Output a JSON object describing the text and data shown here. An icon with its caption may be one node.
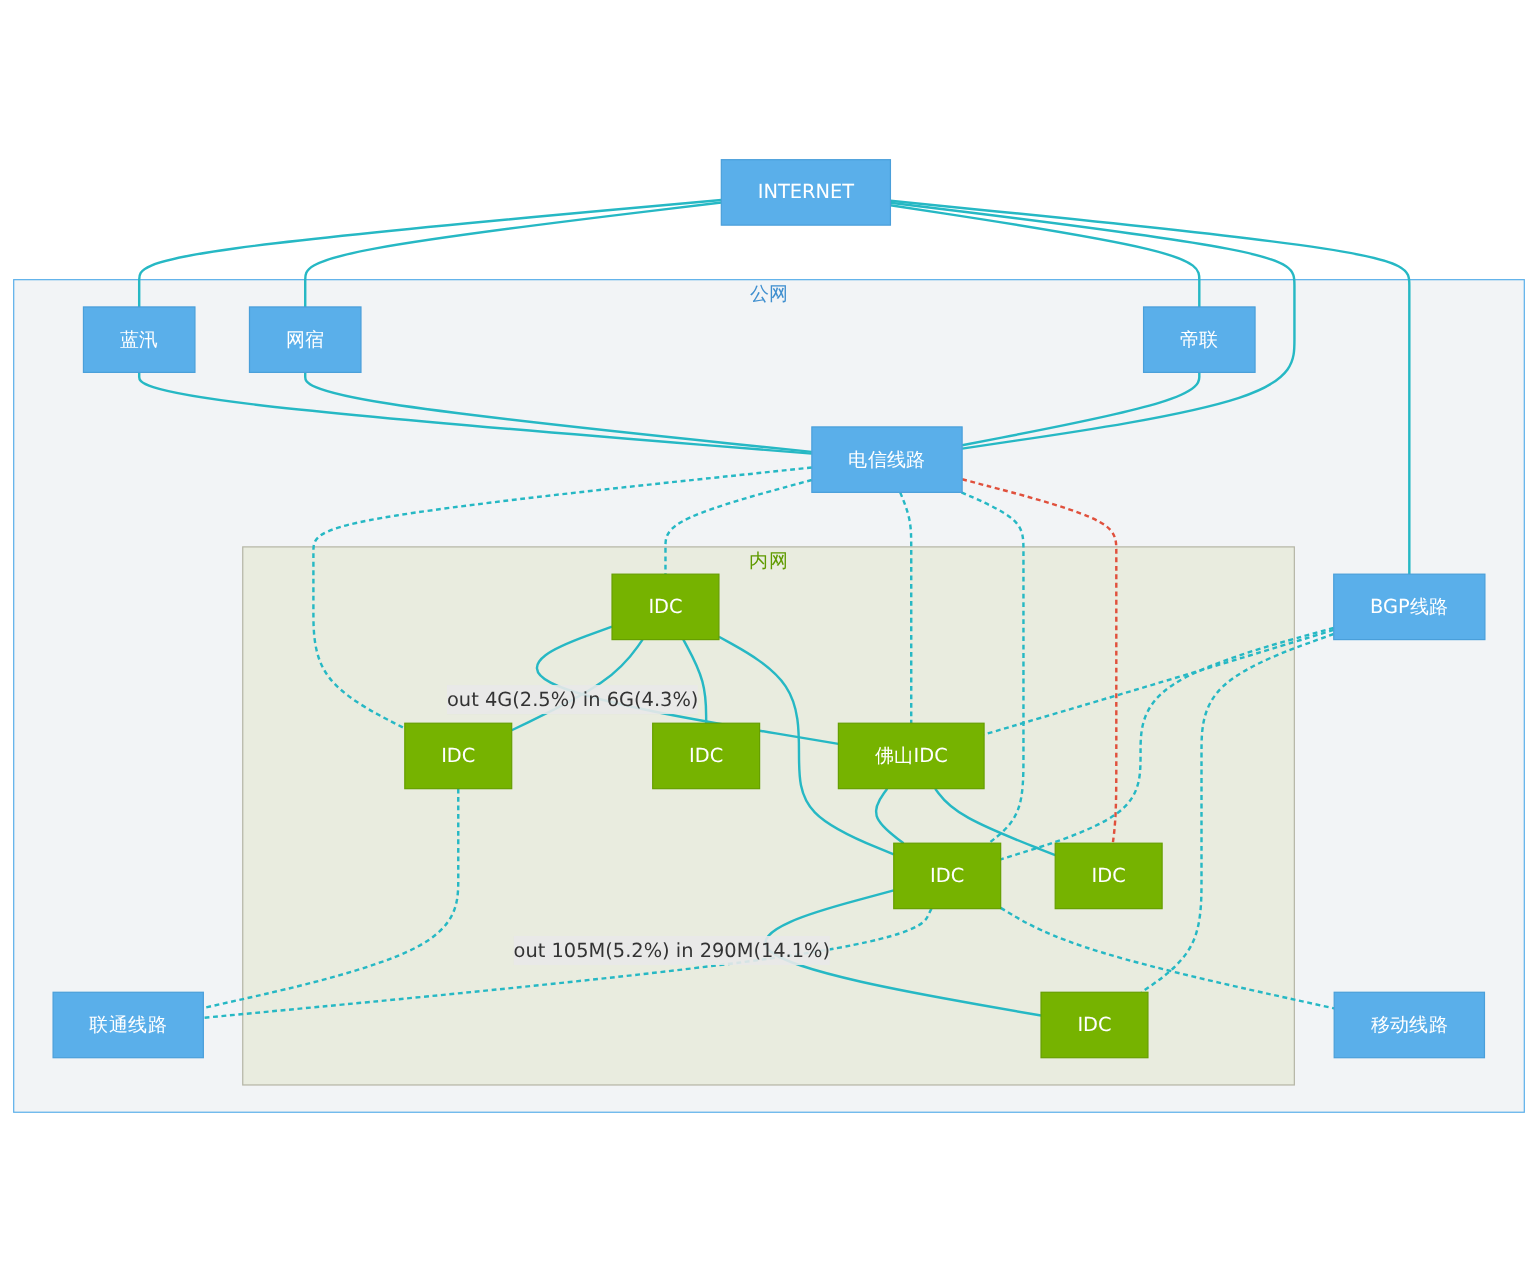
{
  "diagram": {
    "nodes": [
      {
        "text": [
          "INTERNET"
        ]
      },
      {
        "text": [
          "公网"
        ]
      },
      {
        "text": [
          "蓝汛"
        ],
        "in": 1
      },
      {
        "text": [
          "网宿"
        ],
        "in": 1
      },
      {
        "text": [
          "帝联"
        ],
        "in": 1
      },
      {
        "text": [
          "电信线路"
        ],
        "in": 1
      },
      {
        "text": [
          "BGP线路"
        ],
        "in": 1
      },
      {
        "text": [
          "内网"
        ],
        "in": 1
      },
      {
        "text": [
          "IDC"
        ],
        "in": 7
      },
      {
        "text": [
          "佛山IDC"
        ],
        "in": 7
      },
      {
        "text": [
          "IDC"
        ],
        "in": 7
      },
      {
        "text": [
          "IDC"
        ],
        "in": 7
      },
      {
        "text": [
          "IDC"
        ],
        "in": 7
      },
      {
        "text": [
          "IDC"
        ],
        "in": 7
      },
      {
        "text": [
          "IDC"
        ],
        "in": 7
      },
      {
        "text": [
          "联通线路"
        ],
        "in": 1
      },
      {
        "text": [
          "移动线路"
        ],
        "in": 1
      }
    ],
    "edges": [
      {
        "from": 0,
        "to": 2,
        "arrow": "none"
      },
      {
        "from": 0,
        "to": 3,
        "arrow": "none"
      },
      {
        "from": 0,
        "to": 4,
        "arrow": "none"
      },
      {
        "from": 2,
        "to": 5,
        "arrow": "none"
      },
      {
        "from": 3,
        "to": 5,
        "arrow": "none"
      },
      {
        "from": 4,
        "to": 5,
        "arrow": "none"
      },
      {
        "from": 0,
        "to": 5,
        "arrow": "none"
      },
      {
        "from": 0,
        "to": 6,
        "arrow": "none"
      },
      {
        "from": 5,
        "to": 10,
        "arrow": "none",
        "style": "dashed"
      },
      {
        "from": 5,
        "to": 8,
        "arrow": "none",
        "style": "dashed"
      },
      {
        "from": 5,
        "to": 9,
        "arrow": "none",
        "style": "dashed"
      },
      {
        "from": 5,
        "to": 12,
        "arrow": "none",
        "style": "dashed"
      },
      {
        "from": 5,
        "to": 13,
        "arrow": "none",
        "style": "dashed",
        "color": "#e0503c"
      },
      {
        "from": 6,
        "to": 12,
        "arrow": "none",
        "style": "dashed"
      },
      {
        "from": 6,
        "to": 9,
        "arrow": "none",
        "style": "dashed"
      },
      {
        "from": 6,
        "to": 14,
        "arrow": "none",
        "style": "dashed"
      },
      {
        "from": 8,
        "to": 9,
        "arrow": "none",
        "label": "out 4G(2.5%) in 6G(4.3%)"
      },
      {
        "from": 8,
        "to": 10,
        "arrow": "none"
      },
      {
        "from": 8,
        "to": 11,
        "arrow": "none"
      },
      {
        "from": 8,
        "to": 12,
        "arrow": "none"
      },
      {
        "from": 9,
        "to": 12,
        "arrow": "none"
      },
      {
        "from": 9,
        "to": 13,
        "arrow": "none"
      },
      {
        "from": 12,
        "to": 14,
        "arrow": "none",
        "label": "out 105M(5.2%) in 290M(14.1%)"
      },
      {
        "from": 10,
        "to": 15,
        "arrow": "none",
        "style": "dashed"
      },
      {
        "from": 12,
        "to": 15,
        "arrow": "none",
        "style": "dashed"
      },
      {
        "from": 12,
        "to": 16,
        "arrow": "none",
        "style": "dashed"
      }
    ]
  }
}
